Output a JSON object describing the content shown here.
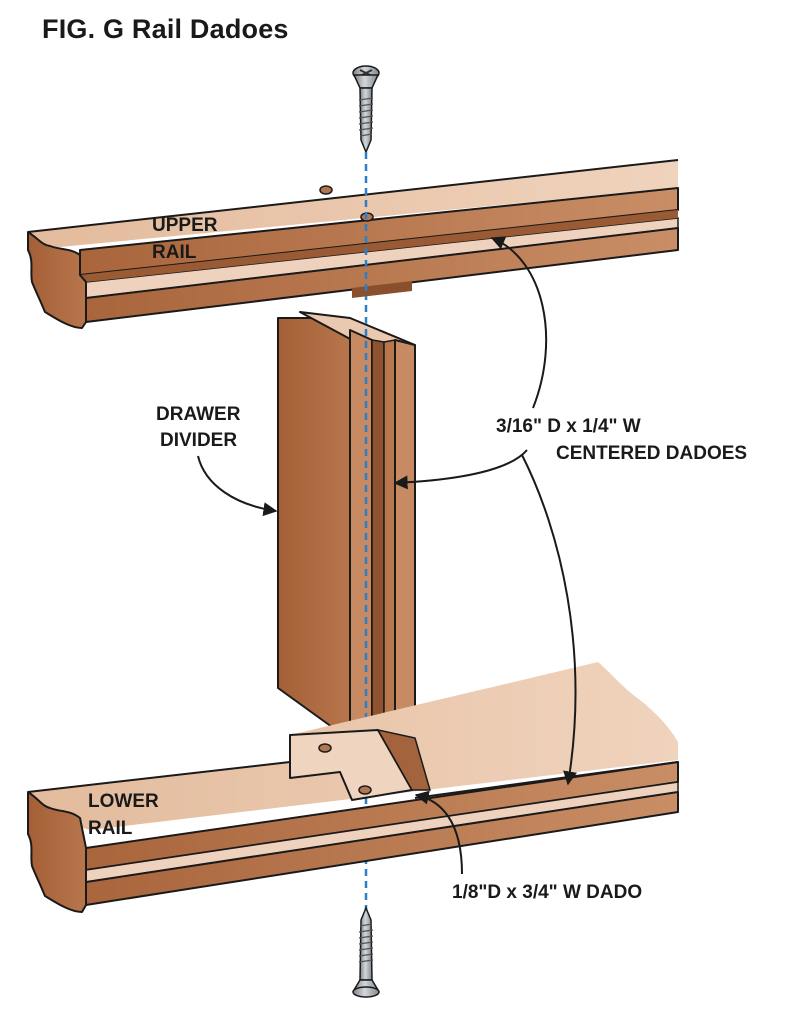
{
  "title": "FIG. G Rail Dadoes",
  "labels": {
    "upper_rail": [
      "UPPER",
      "RAIL"
    ],
    "lower_rail": [
      "LOWER",
      "RAIL"
    ],
    "drawer_divider": [
      "DRAWER",
      "DIVIDER"
    ],
    "centered_dadoes": [
      "3/16\" D x 1/4\" W",
      "CENTERED DADOES"
    ],
    "dado": "1/8\"D x 3/4\" W DADO"
  },
  "colors": {
    "wood_top": "#e9c7ad",
    "wood_side": "#b8764d",
    "wood_dark": "#9a5a33",
    "wood_mid": "#c98e66",
    "screw": "#a9aeb4",
    "axis_line": "#2a7fc8",
    "text": "#1a1a1a"
  }
}
